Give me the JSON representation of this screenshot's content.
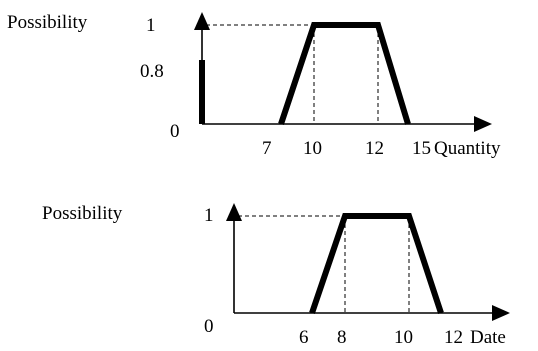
{
  "top_plot": {
    "y_label": "Possibility",
    "y_ticks": [
      "1",
      "0.8",
      "0"
    ],
    "x_ticks": [
      "7",
      "10",
      "12",
      "15"
    ],
    "x_label": "Quantity"
  },
  "bottom_plot": {
    "y_label": "Possibility",
    "y_ticks": [
      "1",
      "0"
    ],
    "x_ticks": [
      "6",
      "8",
      "10",
      "12"
    ],
    "x_label": "Date"
  }
}
